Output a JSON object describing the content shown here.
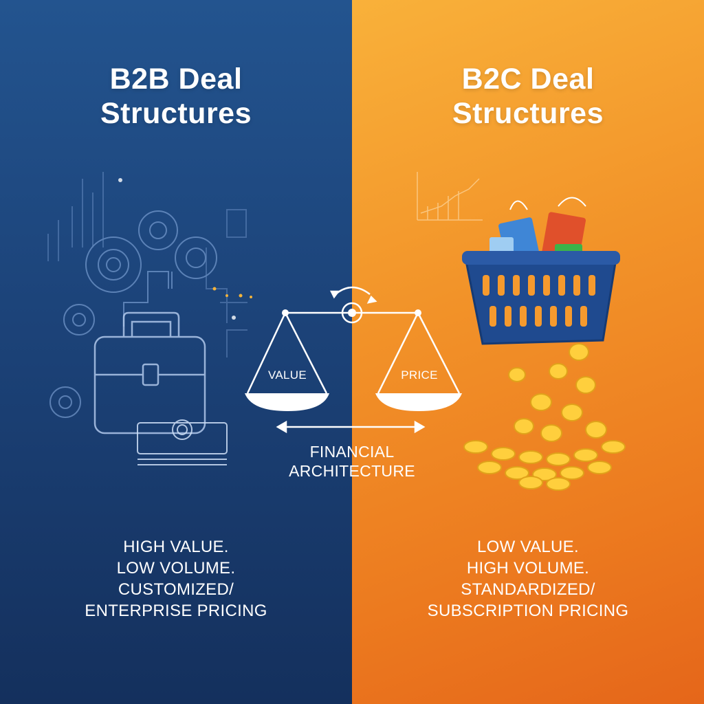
{
  "left": {
    "title_line1": "B2B Deal",
    "title_line2": "Structures",
    "desc_lines": [
      "HIGH VALUE.",
      "LOW VOLUME.",
      "CUSTOMIZED/",
      "ENTERPRISE PRICING"
    ],
    "bg_colors": [
      "#23548f",
      "#14305d"
    ]
  },
  "right": {
    "title_line1": "B2C Deal",
    "title_line2": "Structures",
    "desc_lines": [
      "LOW VALUE.",
      "HIGH VOLUME.",
      "STANDARDIZED/",
      "SUBSCRIPTION PRICING"
    ],
    "bg_colors": [
      "#f9b13a",
      "#e5661a"
    ]
  },
  "scale": {
    "left_pan_label": "VALUE",
    "right_pan_label": "PRICE",
    "center_label_line1": "FINANCIAL",
    "center_label_line2": "ARCHITECTURE"
  },
  "icons": {
    "left": [
      "gear-icon",
      "briefcase-icon",
      "cash-stack-icon",
      "circuit-lines"
    ],
    "right": [
      "shopping-basket-icon",
      "coin-pile-icon",
      "line-chart-icon"
    ],
    "center": [
      "balance-scale-icon",
      "double-arrow-icon",
      "rotate-arrows-icon"
    ]
  }
}
